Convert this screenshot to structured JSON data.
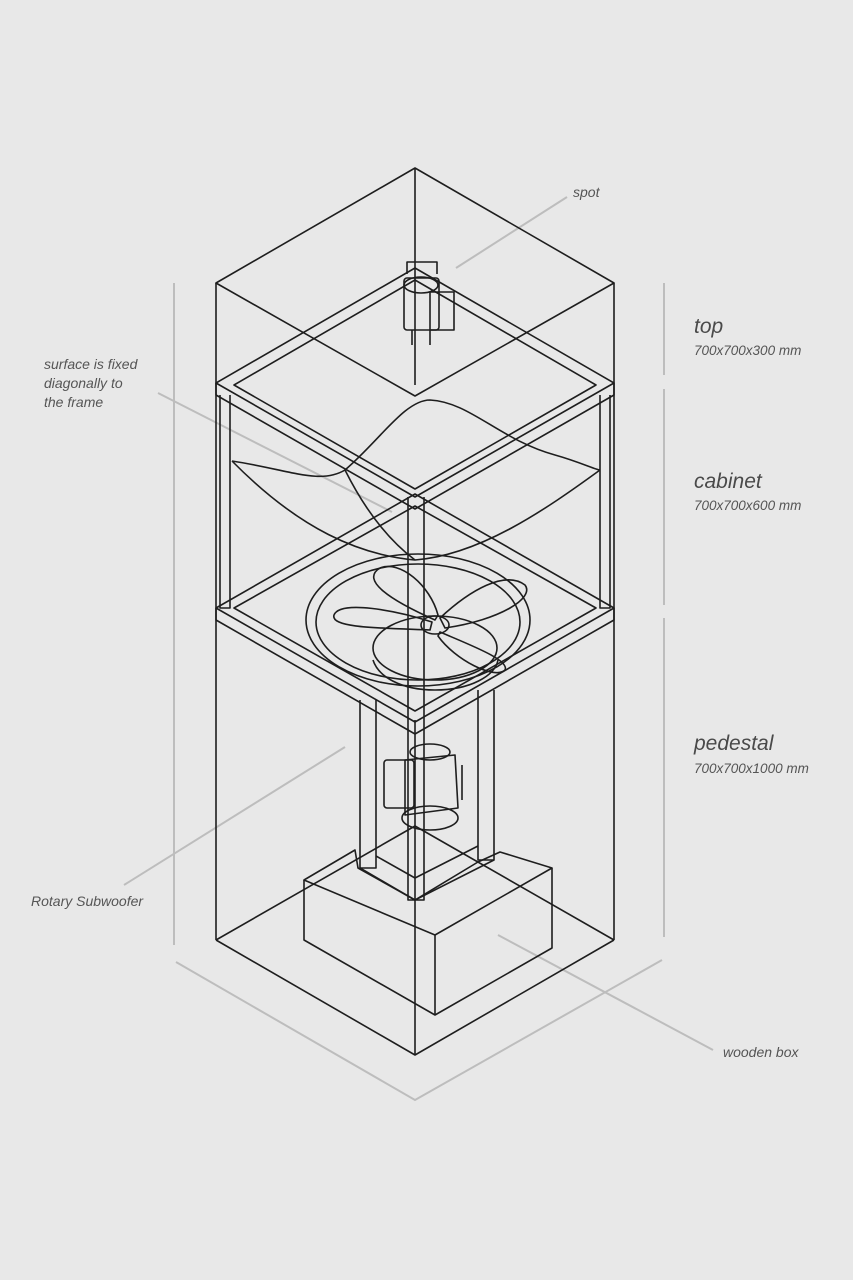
{
  "labels": {
    "spot": "spot",
    "surface": "surface is fixed\ndiagonally to\nthe frame",
    "subwoofer": "Rotary Subwoofer",
    "wooden_box": "wooden box"
  },
  "sections": {
    "top": {
      "name": "top",
      "dims": "700x700x300 mm"
    },
    "cabinet": {
      "name": "cabinet",
      "dims": "700x700x600 mm"
    },
    "pedestal": {
      "name": "pedestal",
      "dims": "700x700x1000 mm"
    }
  },
  "colors": {
    "background": "#e8e8e8",
    "line": "#1e1e1e",
    "leader": "#bdbdbd",
    "text": "#555555"
  }
}
